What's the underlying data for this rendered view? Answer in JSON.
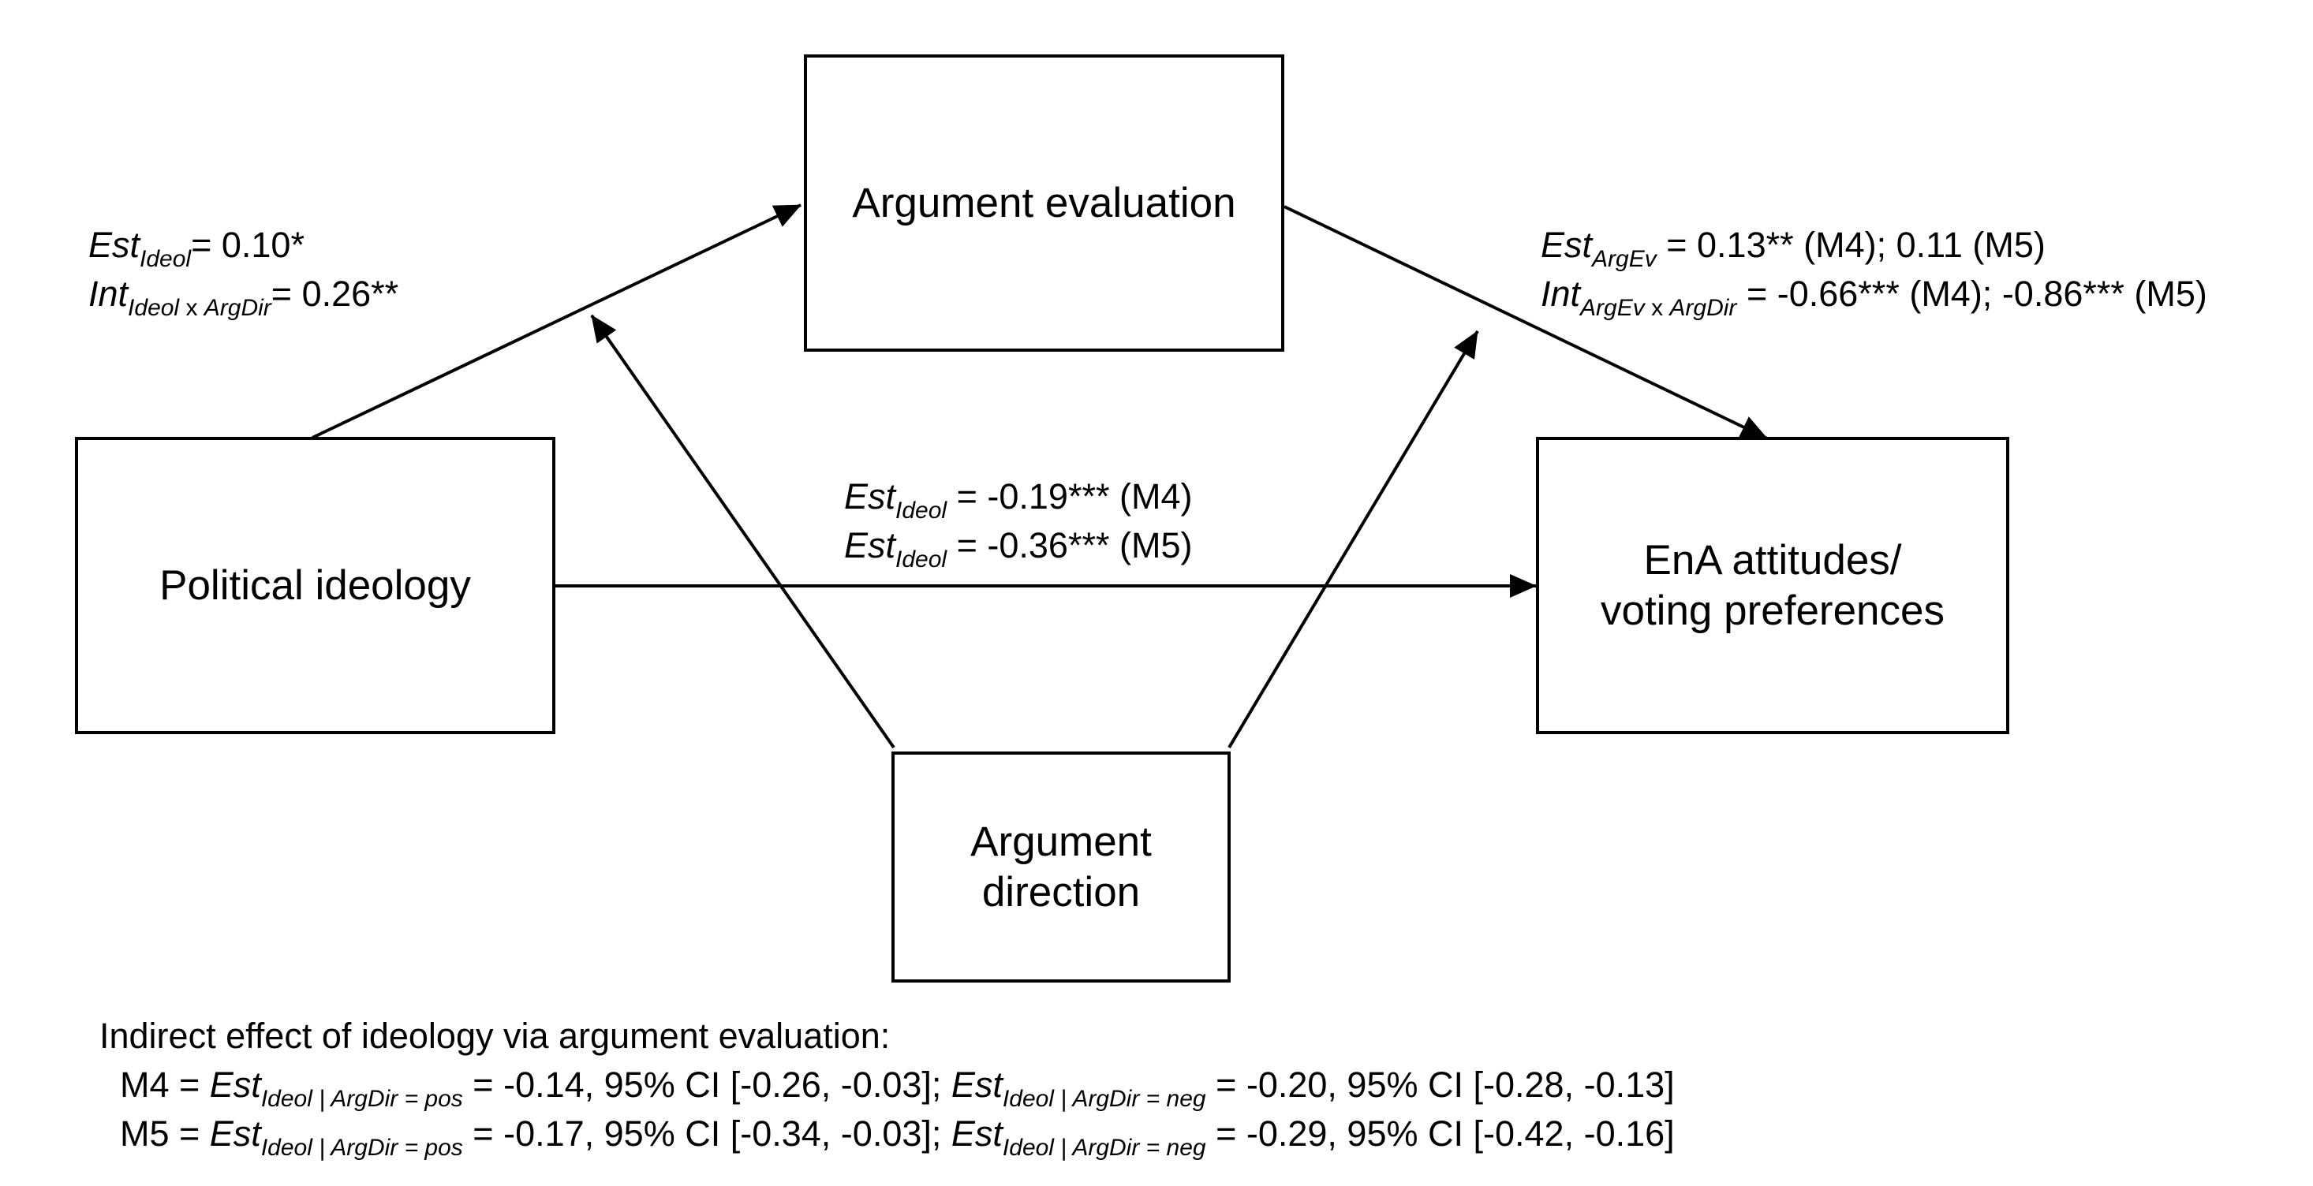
{
  "nodes": {
    "political_ideology": "Political ideology",
    "argument_evaluation": "Argument evaluation",
    "ena_attitudes_line1": "EnA attitudes/",
    "ena_attitudes_line2": "voting preferences",
    "argument_direction_line1": "Argument",
    "argument_direction_line2": "direction"
  },
  "path_ideol_argev": {
    "est_label": "Est",
    "est_sub": "Ideol",
    "est_value": "= 0.10*",
    "int_label": "Int",
    "int_sub_a": "Ideol",
    "int_sub_x": " x ",
    "int_sub_b": "ArgDir",
    "int_value": "= 0.26**"
  },
  "path_argev_ena": {
    "est_label": "Est",
    "est_sub": "ArgEv",
    "est_value": " = 0.13** (M4); 0.11 (M5)",
    "int_label": "Int",
    "int_sub_a": "ArgEv",
    "int_sub_x": " x ",
    "int_sub_b": "ArgDir",
    "int_value": " = -0.66*** (M4); -0.86*** (M5)"
  },
  "path_direct": {
    "line1_label": "Est",
    "line1_sub": "Ideol",
    "line1_value": " = -0.19*** (M4)",
    "line2_label": "Est",
    "line2_sub": "Ideol",
    "line2_value": " = -0.36*** (M5)"
  },
  "indirect": {
    "title": "Indirect effect of ideology via argument evaluation:",
    "rows": [
      {
        "model": "M4 = ",
        "a_label": "Est",
        "a_sub": "Ideol | ArgDir = pos",
        "a_value": " = -0.14, 95% CI [-0.26, -0.03]; ",
        "b_label": "Est",
        "b_sub": "Ideol | ArgDir = neg",
        "b_value": " = -0.20, 95% CI [-0.28, -0.13]"
      },
      {
        "model": "M5 = ",
        "a_label": "Est",
        "a_sub": "Ideol | ArgDir = pos",
        "a_value": " = -0.17, 95% CI [-0.34, -0.03]; ",
        "b_label": "Est",
        "b_sub": "Ideol | ArgDir = neg",
        "b_value": " = -0.29, 95% CI [-0.42, -0.16]"
      }
    ]
  },
  "colors": {
    "stroke": "#000000",
    "background": "#ffffff"
  }
}
